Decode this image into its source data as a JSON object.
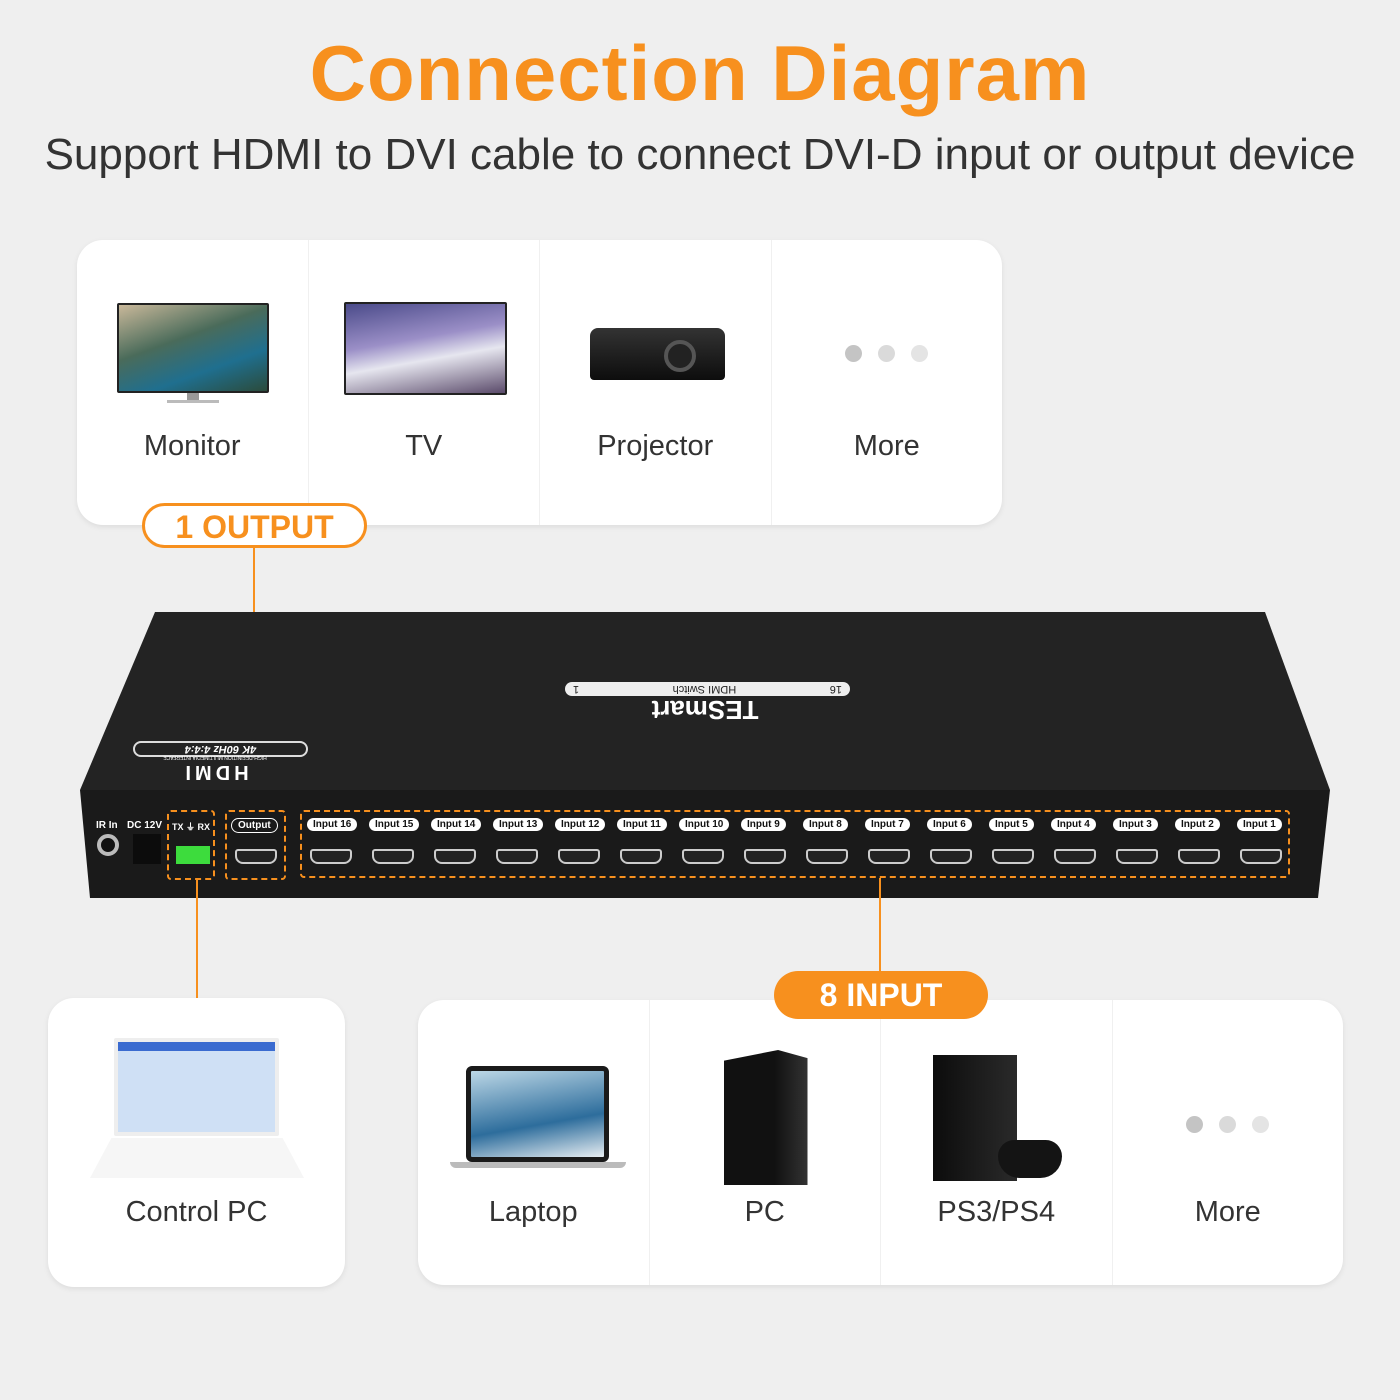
{
  "title": "Connection Diagram",
  "subtitle": "Support HDMI to DVI cable to connect DVI-D input or output device",
  "output_devices": [
    {
      "label": "Monitor",
      "icon": "monitor-icon"
    },
    {
      "label": "TV",
      "icon": "tv-icon"
    },
    {
      "label": "Projector",
      "icon": "projector-icon"
    },
    {
      "label": "More",
      "icon": "more-dots-icon"
    }
  ],
  "output_badge": "1 OUTPUT",
  "input_badge": "8 INPUT",
  "control_device": {
    "label": "Control PC",
    "icon": "laptop-control-icon"
  },
  "input_devices": [
    {
      "label": "Laptop",
      "icon": "laptop-icon"
    },
    {
      "label": "PC",
      "icon": "pc-tower-icon"
    },
    {
      "label": "PS3/PS4",
      "icon": "console-icon"
    },
    {
      "label": "More",
      "icon": "more-dots-icon"
    }
  ],
  "device": {
    "brand": "TESmart",
    "model": "HDMI Switch",
    "badge_left": "16",
    "badge_right": "1",
    "hdmi_logo": "HDMI",
    "hdmi_tagline": "HIGH-DEFINITION MULTIMEDIA INTERFACE",
    "spec": "4K 60Hz 4:4:4",
    "ir_label": "IR In",
    "dc_label": "DC 12V",
    "rs232_label": "TX ⏚ RX",
    "output_label": "Output",
    "inputs": [
      "Input 16",
      "Input 15",
      "Input 14",
      "Input 13",
      "Input 12",
      "Input 11",
      "Input 10",
      "Input 9",
      "Input 8",
      "Input 7",
      "Input 6",
      "Input 5",
      "Input 4",
      "Input 3",
      "Input 2",
      "Input 1"
    ]
  },
  "colors": {
    "accent": "#f7901e",
    "device": "#1e1e1e"
  }
}
